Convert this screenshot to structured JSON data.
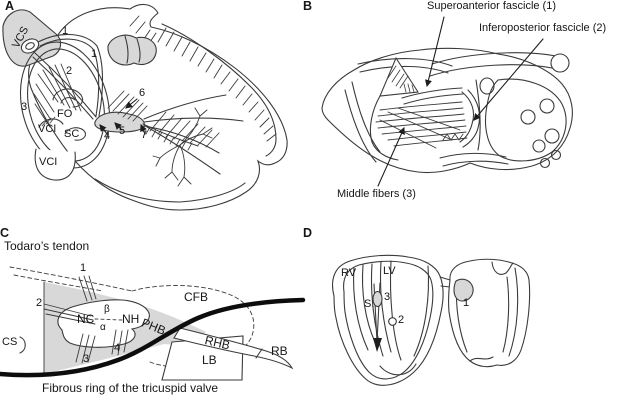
{
  "panels": {
    "a": {
      "letter": "A",
      "labels": {
        "vcs": "VCS",
        "tract1a": "1",
        "tract1b": "1",
        "tract2": "2",
        "tract3": "3",
        "fo": "FO",
        "vci_valve": "VCI",
        "sc": "SC",
        "vci": "VCI",
        "n4": "4",
        "n5": "5",
        "n6": "6",
        "n7": "7"
      }
    },
    "b": {
      "letter": "B",
      "labels": {
        "superoanterior_fascicle": "Superoanterior fascicle (1)",
        "inferoposterior_fascicle": "Inferoposterior fascicle (2)",
        "middle_fibers": "Middle fibers (3)"
      }
    },
    "c": {
      "letter": "C",
      "labels": {
        "todaros_tendon": "Todaro’s tendon",
        "n1": "1",
        "n2": "2",
        "cs": "CS",
        "nc": "NC",
        "beta": "β",
        "alpha": "α",
        "nh": "NH",
        "phb": "PHB",
        "cfb": "CFB",
        "rhb": "RHB",
        "rb": "RB",
        "lb": "LB",
        "n3": "3",
        "n4": "4",
        "fibrous_ring": "Fibrous ring of the tricuspid valve"
      }
    },
    "d": {
      "letter": "D",
      "labels": {
        "rv": "RV",
        "lv": "LV",
        "s": "S.",
        "n3": "3",
        "n2": "2",
        "n1": "1"
      }
    }
  },
  "colors": {
    "ink": "#3b3b3b",
    "text": "#161616",
    "shade": "#d8d8d8",
    "thick_line": "#0d0d0d",
    "background": "#ffffff"
  }
}
